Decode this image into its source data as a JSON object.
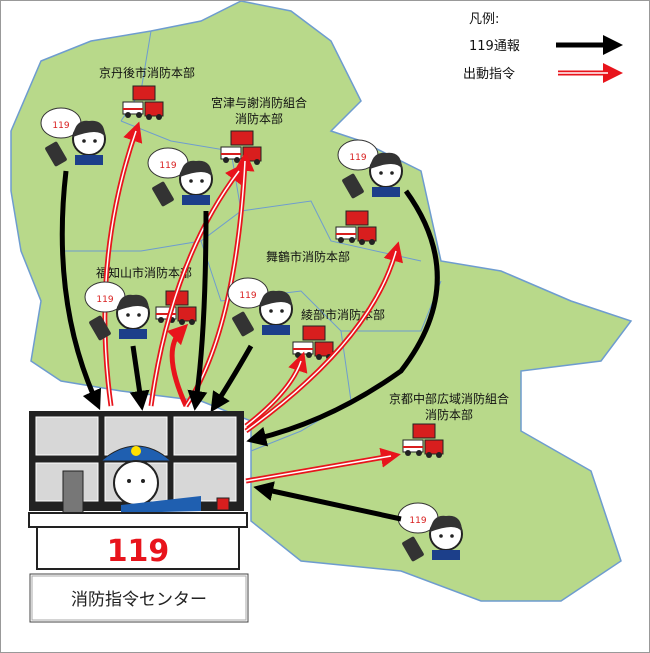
{
  "legend": {
    "title": "凡例:",
    "items": [
      {
        "label": "119通報",
        "arrow": "black-arrow",
        "color": "#000000"
      },
      {
        "label": "出動指令",
        "arrow": "red-double-arrow",
        "color": "#e8141c"
      }
    ]
  },
  "fire_departments": [
    {
      "name_lines": [
        "京丹後市消防本部"
      ]
    },
    {
      "name_lines": [
        "宮津与謝消防組合",
        "消防本部"
      ]
    },
    {
      "name_lines": [
        "舞鶴市消防本部"
      ]
    },
    {
      "name_lines": [
        "福知山市消防本部"
      ]
    },
    {
      "name_lines": [
        "綾部市消防本部"
      ]
    },
    {
      "name_lines": [
        "京都中部広域消防組合",
        "消防本部"
      ]
    }
  ],
  "caller_bubble": "119",
  "center": {
    "desk_number": "119",
    "label": "消防指令センター"
  },
  "colors": {
    "map_fill": "#b8d98a",
    "map_border": "#6e9ccf",
    "arrow_red": "#e8141c",
    "number_red": "#e8141c"
  }
}
